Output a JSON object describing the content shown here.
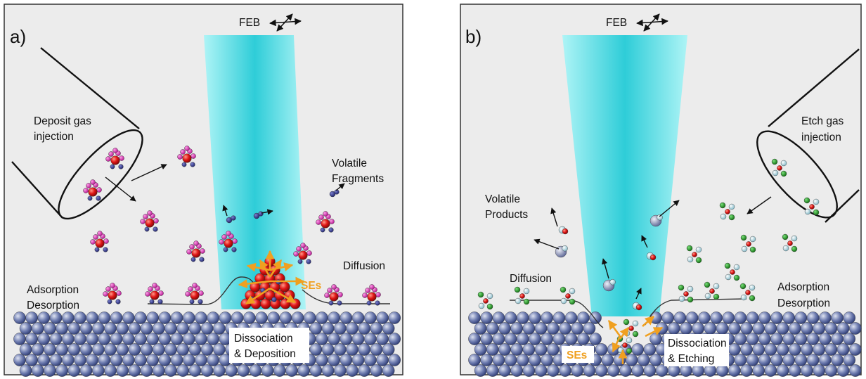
{
  "panel_a": {
    "letter": "a)",
    "beam_label": "FEB",
    "gas_injection": [
      "Deposit gas",
      "injection"
    ],
    "volatile": [
      "Volatile",
      "Fragments"
    ],
    "diffusion": "Diffusion",
    "adsorption": [
      "Adsorption",
      "Desorption"
    ],
    "ses": "SEs",
    "process": [
      "Dissociation",
      "& Deposition"
    ]
  },
  "panel_b": {
    "letter": "b)",
    "beam_label": "FEB",
    "gas_injection": [
      "Etch gas",
      "injection"
    ],
    "volatile": [
      "Volatile",
      "Products"
    ],
    "diffusion": "Diffusion",
    "adsorption": [
      "Adsorption",
      "Desorption"
    ],
    "ses": "SEs",
    "process": [
      "Dissociation",
      "& Etching"
    ]
  },
  "colors": {
    "panel_bg": "#ececec",
    "beam": "#40d8e0",
    "substrate": "#3c4d86",
    "red_atom": "#d41010",
    "magenta_atom": "#d020a8",
    "navy_atom": "#2a2f8a",
    "green_atom": "#189018",
    "lightblue_atom": "#b8e4ee",
    "electron_arrow": "#f0a020"
  }
}
